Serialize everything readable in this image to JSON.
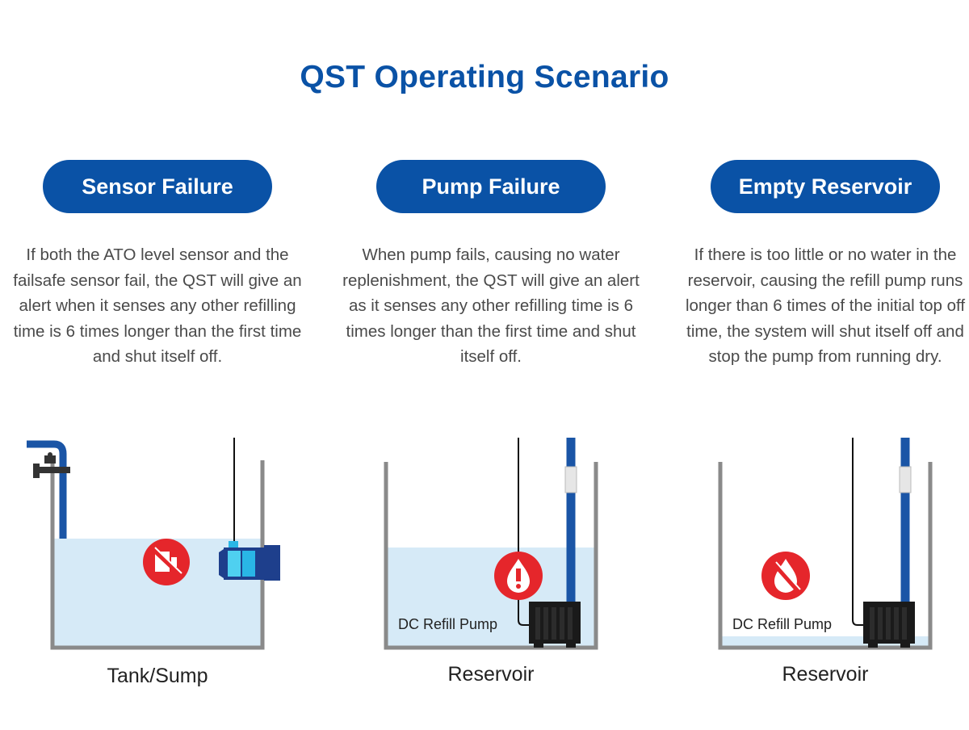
{
  "title": "QST Operating Scenario",
  "colors": {
    "brand_blue": "#0a52a6",
    "water": "#d6eaf7",
    "tank_wall": "#8a8a8a",
    "alert_red": "#e5262b"
  },
  "scenarios": [
    {
      "heading": "Sensor Failure",
      "description": "If both the ATO level sensor and the failsafe sensor fail, the QST will give an alert when it senses any other refilling time is 6 times longer than the first time and shut itself off.",
      "caption": "Tank/Sump",
      "icon": "sensor-off-icon"
    },
    {
      "heading": "Pump Failure",
      "description": "When pump fails, causing no water replenishment, the QST will give an alert as it senses any other refilling time is 6 times longer than the first time and shut itself off.",
      "caption": "Reservoir",
      "pump_label": "DC Refill Pump",
      "icon": "alert-drop-icon"
    },
    {
      "heading": "Empty Reservoir",
      "description": "If there is too little or no water in the reservoir, causing the refill pump runs longer than 6 times of the initial top off time, the system will shut itself off and stop the pump from running dry.",
      "caption": "Reservoir",
      "pump_label": "DC Refill Pump",
      "icon": "no-water-icon"
    }
  ]
}
